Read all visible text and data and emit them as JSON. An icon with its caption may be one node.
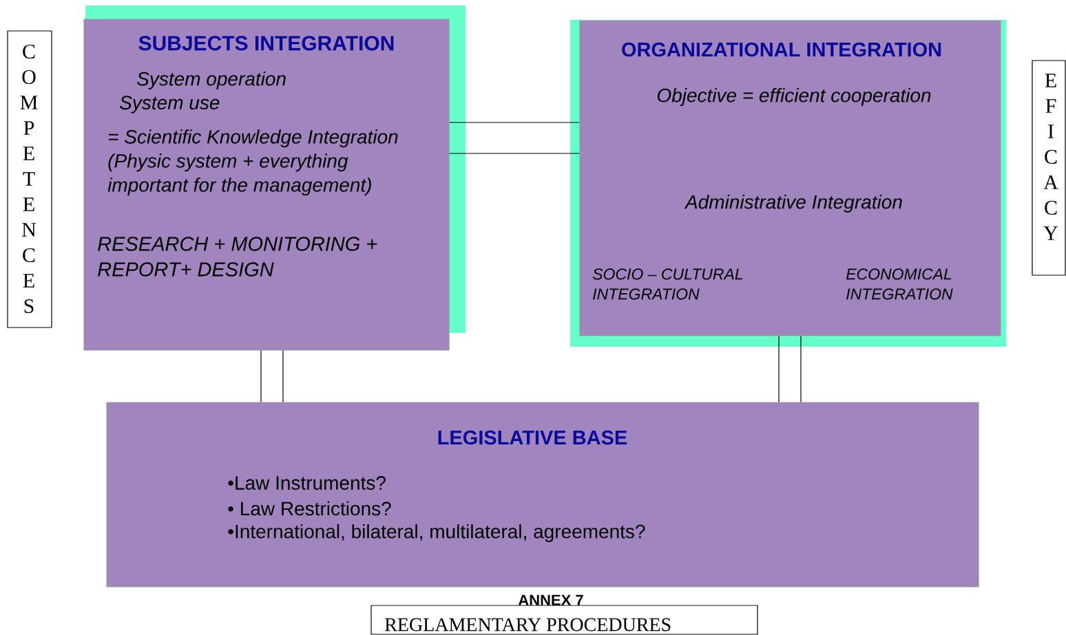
{
  "diagram": {
    "nodes": [
      {
        "text": [
          "C O M P E T E N C E S"
        ]
      },
      {
        "text": [
          "SUBJECTS INTEGRATION",
          "System operation",
          "System use",
          "= Scientific Knowledge Integration (Physic system  + everything important for the management)",
          "RESEARCH + MONITORING + REPORT+ DESIGN"
        ]
      },
      {
        "text": [
          "ORGANIZATIONAL INTEGRATION",
          "Objective = efficient cooperation",
          "Administrative Integration",
          "SOCIO – CULTURAL INTEGRATION",
          "ECONOMICAL INTEGRATION"
        ]
      },
      {
        "text": [
          "E F I C A C Y"
        ]
      },
      {
        "text": [
          "LEGISLATIVE BASE",
          "•Law Instruments?",
          "• Law Restrictions?",
          "•International, bilateral, multilateral, agreements?"
        ]
      },
      {
        "text": [
          "REGLAMENTARY PROCEDURES"
        ]
      }
    ],
    "edges": [
      {
        "from": 1,
        "to": 2,
        "arrow": "none"
      },
      {
        "from": 1,
        "to": 2,
        "arrow": "none"
      },
      {
        "from": 1,
        "to": 4,
        "arrow": "none"
      },
      {
        "from": 1,
        "to": 4,
        "arrow": "none"
      },
      {
        "from": 2,
        "to": 4,
        "arrow": "none"
      },
      {
        "from": 2,
        "to": 4,
        "arrow": "none"
      }
    ],
    "labels": [
      "ANNEX 7"
    ]
  }
}
